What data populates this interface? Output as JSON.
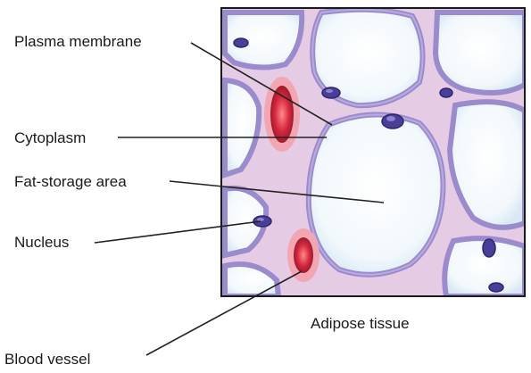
{
  "labels": {
    "plasma_membrane": "Plasma membrane",
    "cytoplasm": "Cytoplasm",
    "fat_storage_area": "Fat-storage area",
    "nucleus": "Nucleus",
    "blood_vessel": "Blood vessel",
    "caption": "Adipose tissue"
  },
  "colors": {
    "background": "#ffffff",
    "tissue_fill": "#e8cfe6",
    "membrane": "#9a8ccc",
    "membrane_dark": "#5f5298",
    "fat_vacuole": "#f2f8fc",
    "nucleus": "#4a3f98",
    "blood": "#c8283c",
    "leader_line": "#222222"
  }
}
